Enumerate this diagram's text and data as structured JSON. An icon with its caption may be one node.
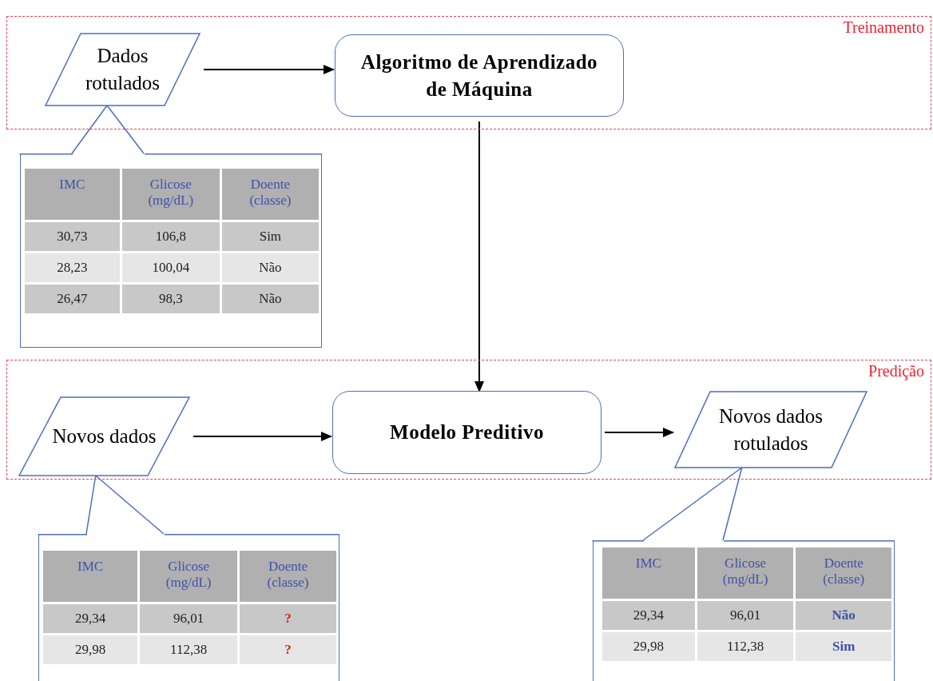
{
  "diagram": {
    "nodes": [
      {
        "text": [
          "Treinamento"
        ]
      },
      {
        "text": [
          "Dados rotulados"
        ],
        "in": 0
      },
      {
        "text": [
          "Algoritmo de Aprendizado de Máquina"
        ],
        "in": 0
      },
      {
        "text": [
          "IMC",
          "Glicose (mg/dL)",
          "Doente (classe)",
          "30,73",
          "106,8",
          "Sim",
          "28,23",
          "100,04",
          "Não",
          "26,47",
          "98,3",
          "Não"
        ]
      },
      {
        "text": [
          "Predição"
        ]
      },
      {
        "text": [
          "Novos dados"
        ],
        "in": 4
      },
      {
        "text": [
          "Modelo Preditivo"
        ],
        "in": 4
      },
      {
        "text": [
          "Novos dados rotulados"
        ],
        "in": 4
      },
      {
        "text": [
          "IMC",
          "Glicose (mg/dL)",
          "Doente (classe)",
          "29,34",
          "96,01",
          "?",
          "29,98",
          "112,38",
          "?"
        ]
      },
      {
        "text": [
          "IMC",
          "Glicose (mg/dL)",
          "Doente (classe)",
          "29,34",
          "96,01",
          "Não",
          "29,98",
          "112,38",
          "Sim"
        ]
      }
    ],
    "edges": [
      {
        "from": 1,
        "to": 2,
        "arrow": "to"
      },
      {
        "from": 2,
        "to": 6,
        "arrow": "to"
      },
      {
        "from": 5,
        "to": 6,
        "arrow": "to"
      },
      {
        "from": 6,
        "to": 7,
        "arrow": "to"
      },
      {
        "from": 3,
        "to": 1,
        "arrow": "none",
        "color": "#4a6fbf"
      },
      {
        "from": 8,
        "to": 5,
        "arrow": "none",
        "color": "#4a6fbf"
      },
      {
        "from": 9,
        "to": 7,
        "arrow": "none",
        "color": "#4a6fbf"
      }
    ]
  }
}
